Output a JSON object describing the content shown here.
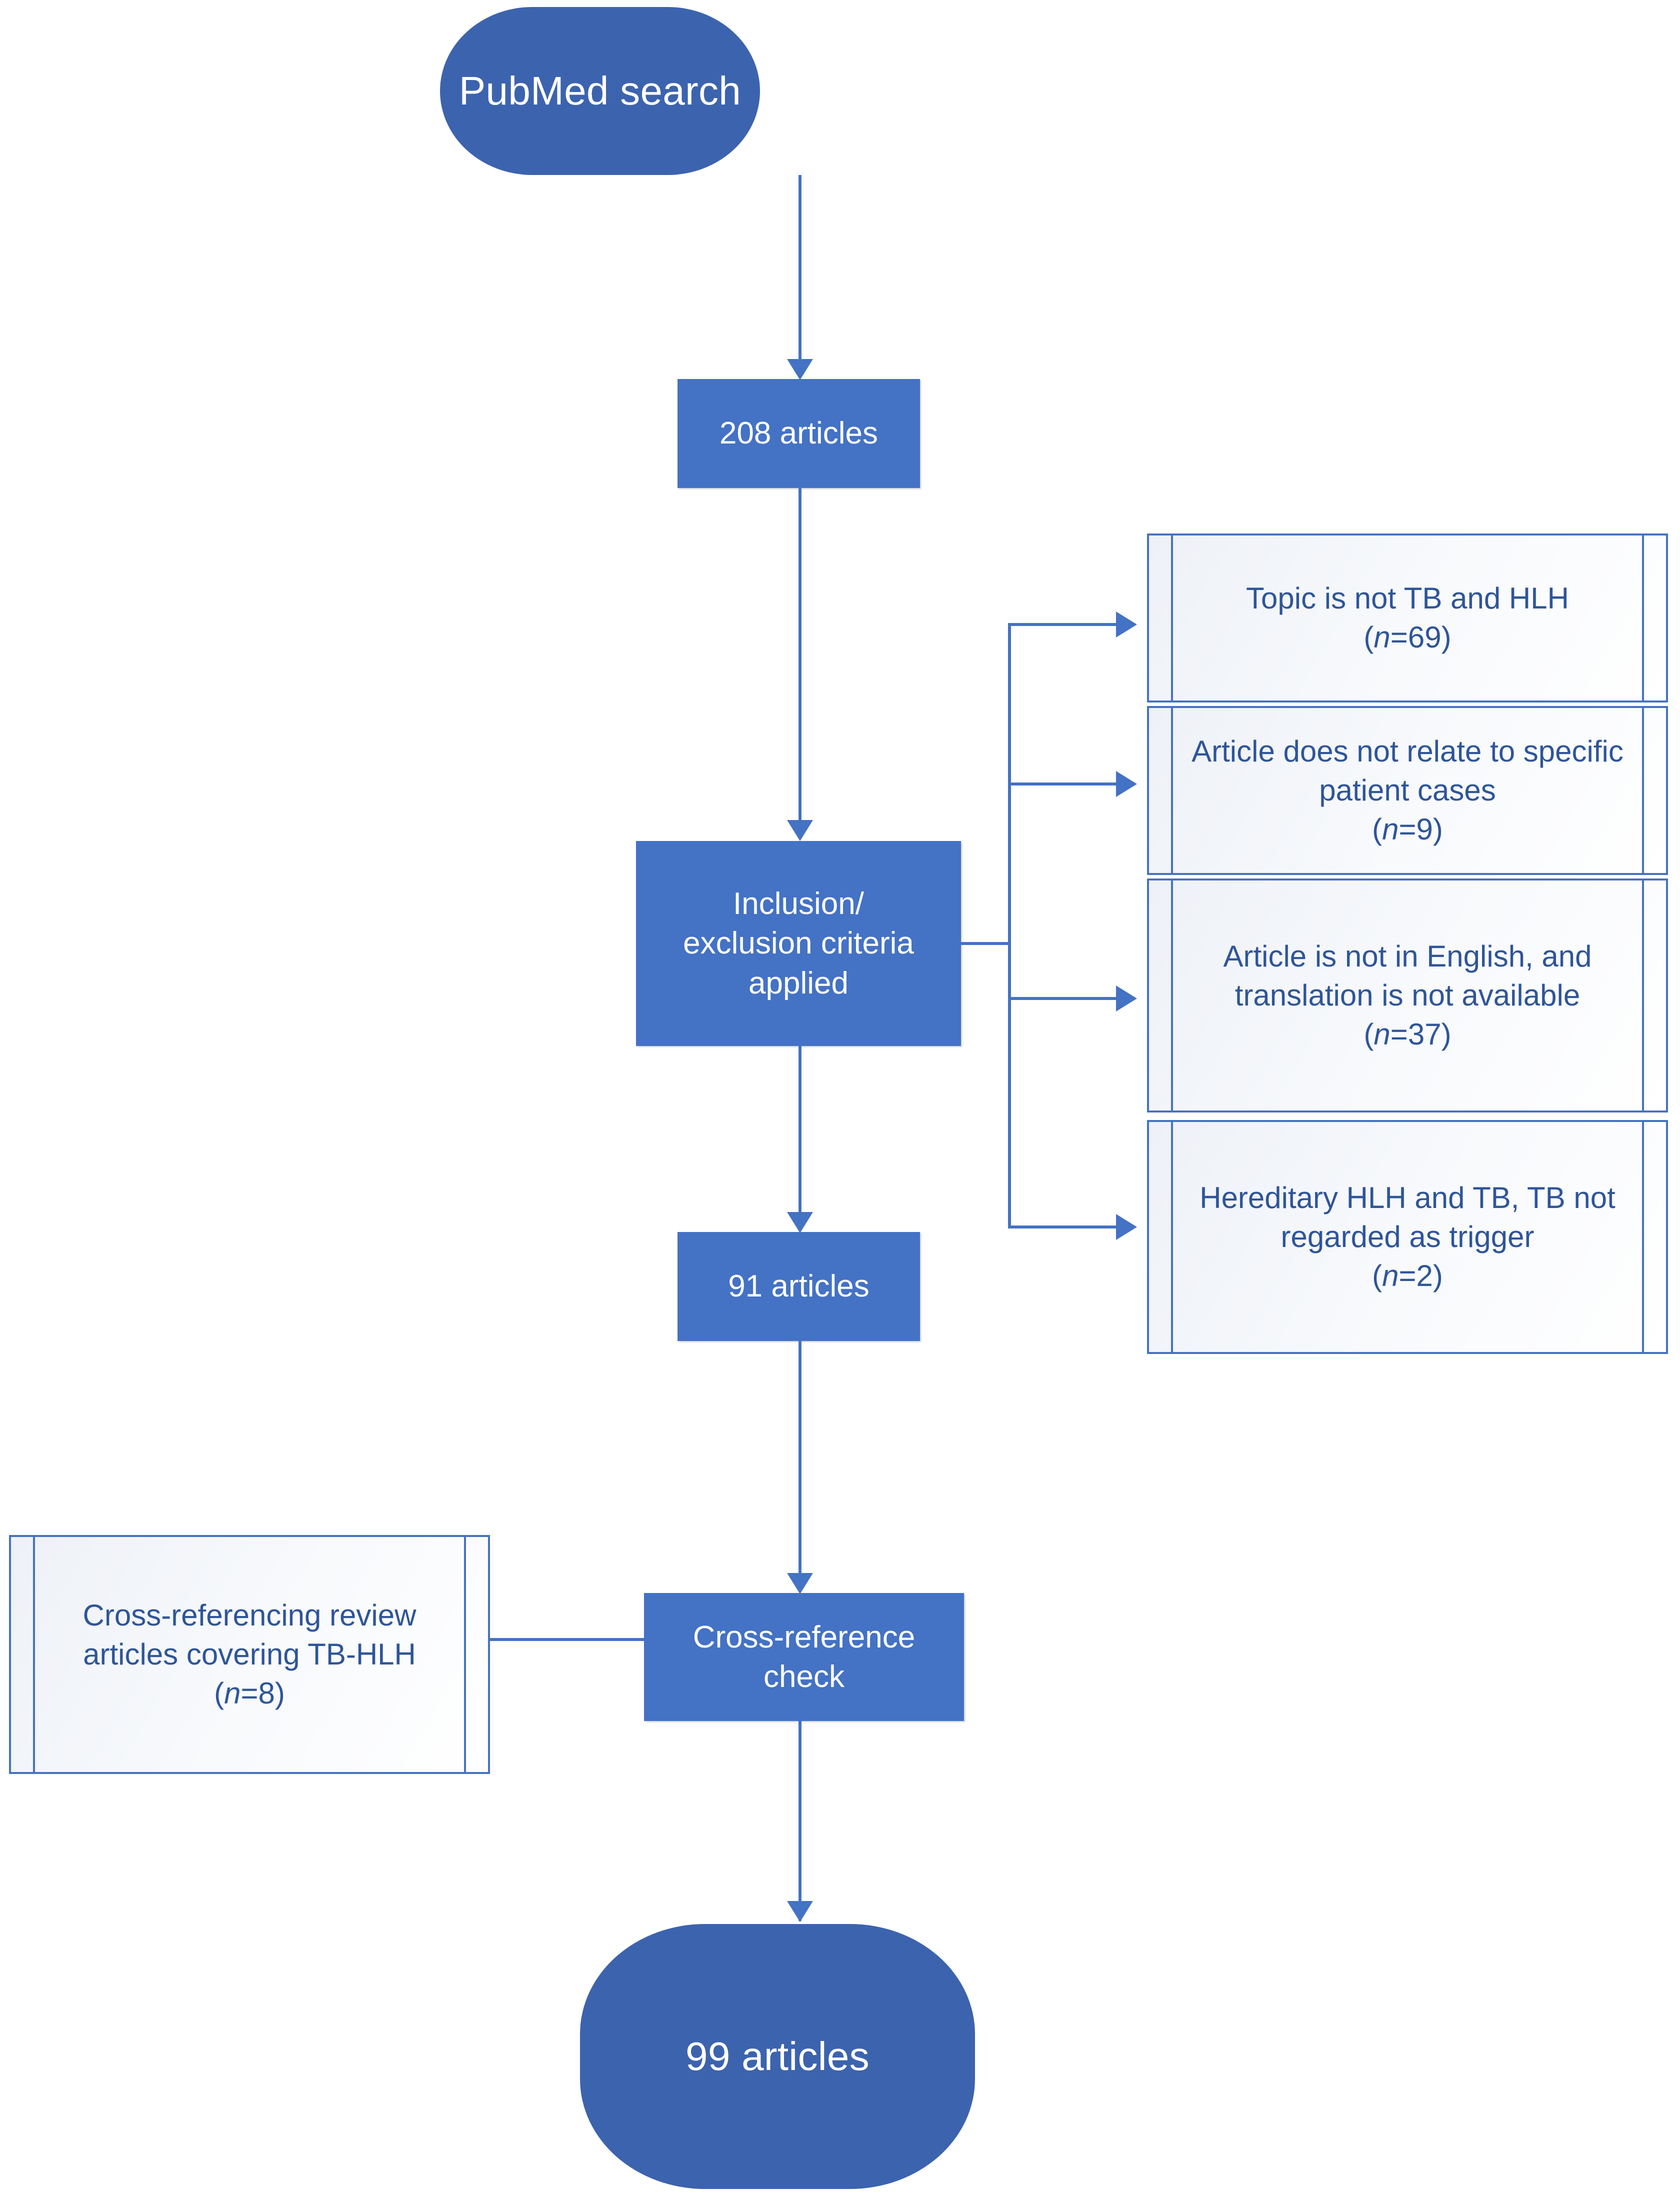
{
  "diagram": {
    "title": "PRISMA-style literature selection flowchart",
    "colors": {
      "terminator_fill": "#3C63AE",
      "process_fill": "#4472C4",
      "note_border": "#4472C4",
      "note_text": "#2E5599",
      "connector": "#4472C4",
      "background": "#FFFFFF"
    },
    "nodes": {
      "start": {
        "label": "PubMed search",
        "shape": "terminator"
      },
      "records": {
        "label": "208 articles",
        "shape": "process"
      },
      "criteria": {
        "label": "Inclusion/\nexclusion criteria\napplied",
        "shape": "process"
      },
      "after_criteria": {
        "label": "91 articles",
        "shape": "process"
      },
      "crossref_check": {
        "label": "Cross-reference\ncheck",
        "shape": "process"
      },
      "final": {
        "label": "99 articles",
        "shape": "terminator"
      },
      "crossref_source": {
        "shape": "note",
        "text": "Cross-referencing review articles covering TB-HLH",
        "count_prefix": "(",
        "count_var": "n",
        "count_value": "=8",
        "count_suffix": ")"
      }
    },
    "exclusions": [
      {
        "text": "Topic is not TB and HLH",
        "count_prefix": "(",
        "count_var": "n",
        "count_value": "=69",
        "count_suffix": ")"
      },
      {
        "text": "Article does not relate to specific patient cases",
        "count_prefix": "(",
        "count_var": "n",
        "count_value": "=9",
        "count_suffix": ")"
      },
      {
        "text": "Article is not in English, and translation is not available",
        "count_prefix": "(",
        "count_var": "n",
        "count_value": "=37",
        "count_suffix": ")"
      },
      {
        "text": "Hereditary HLH and TB, TB not regarded as trigger",
        "count_prefix": "(",
        "count_var": "n",
        "count_value": "=2",
        "count_suffix": ")"
      }
    ]
  }
}
